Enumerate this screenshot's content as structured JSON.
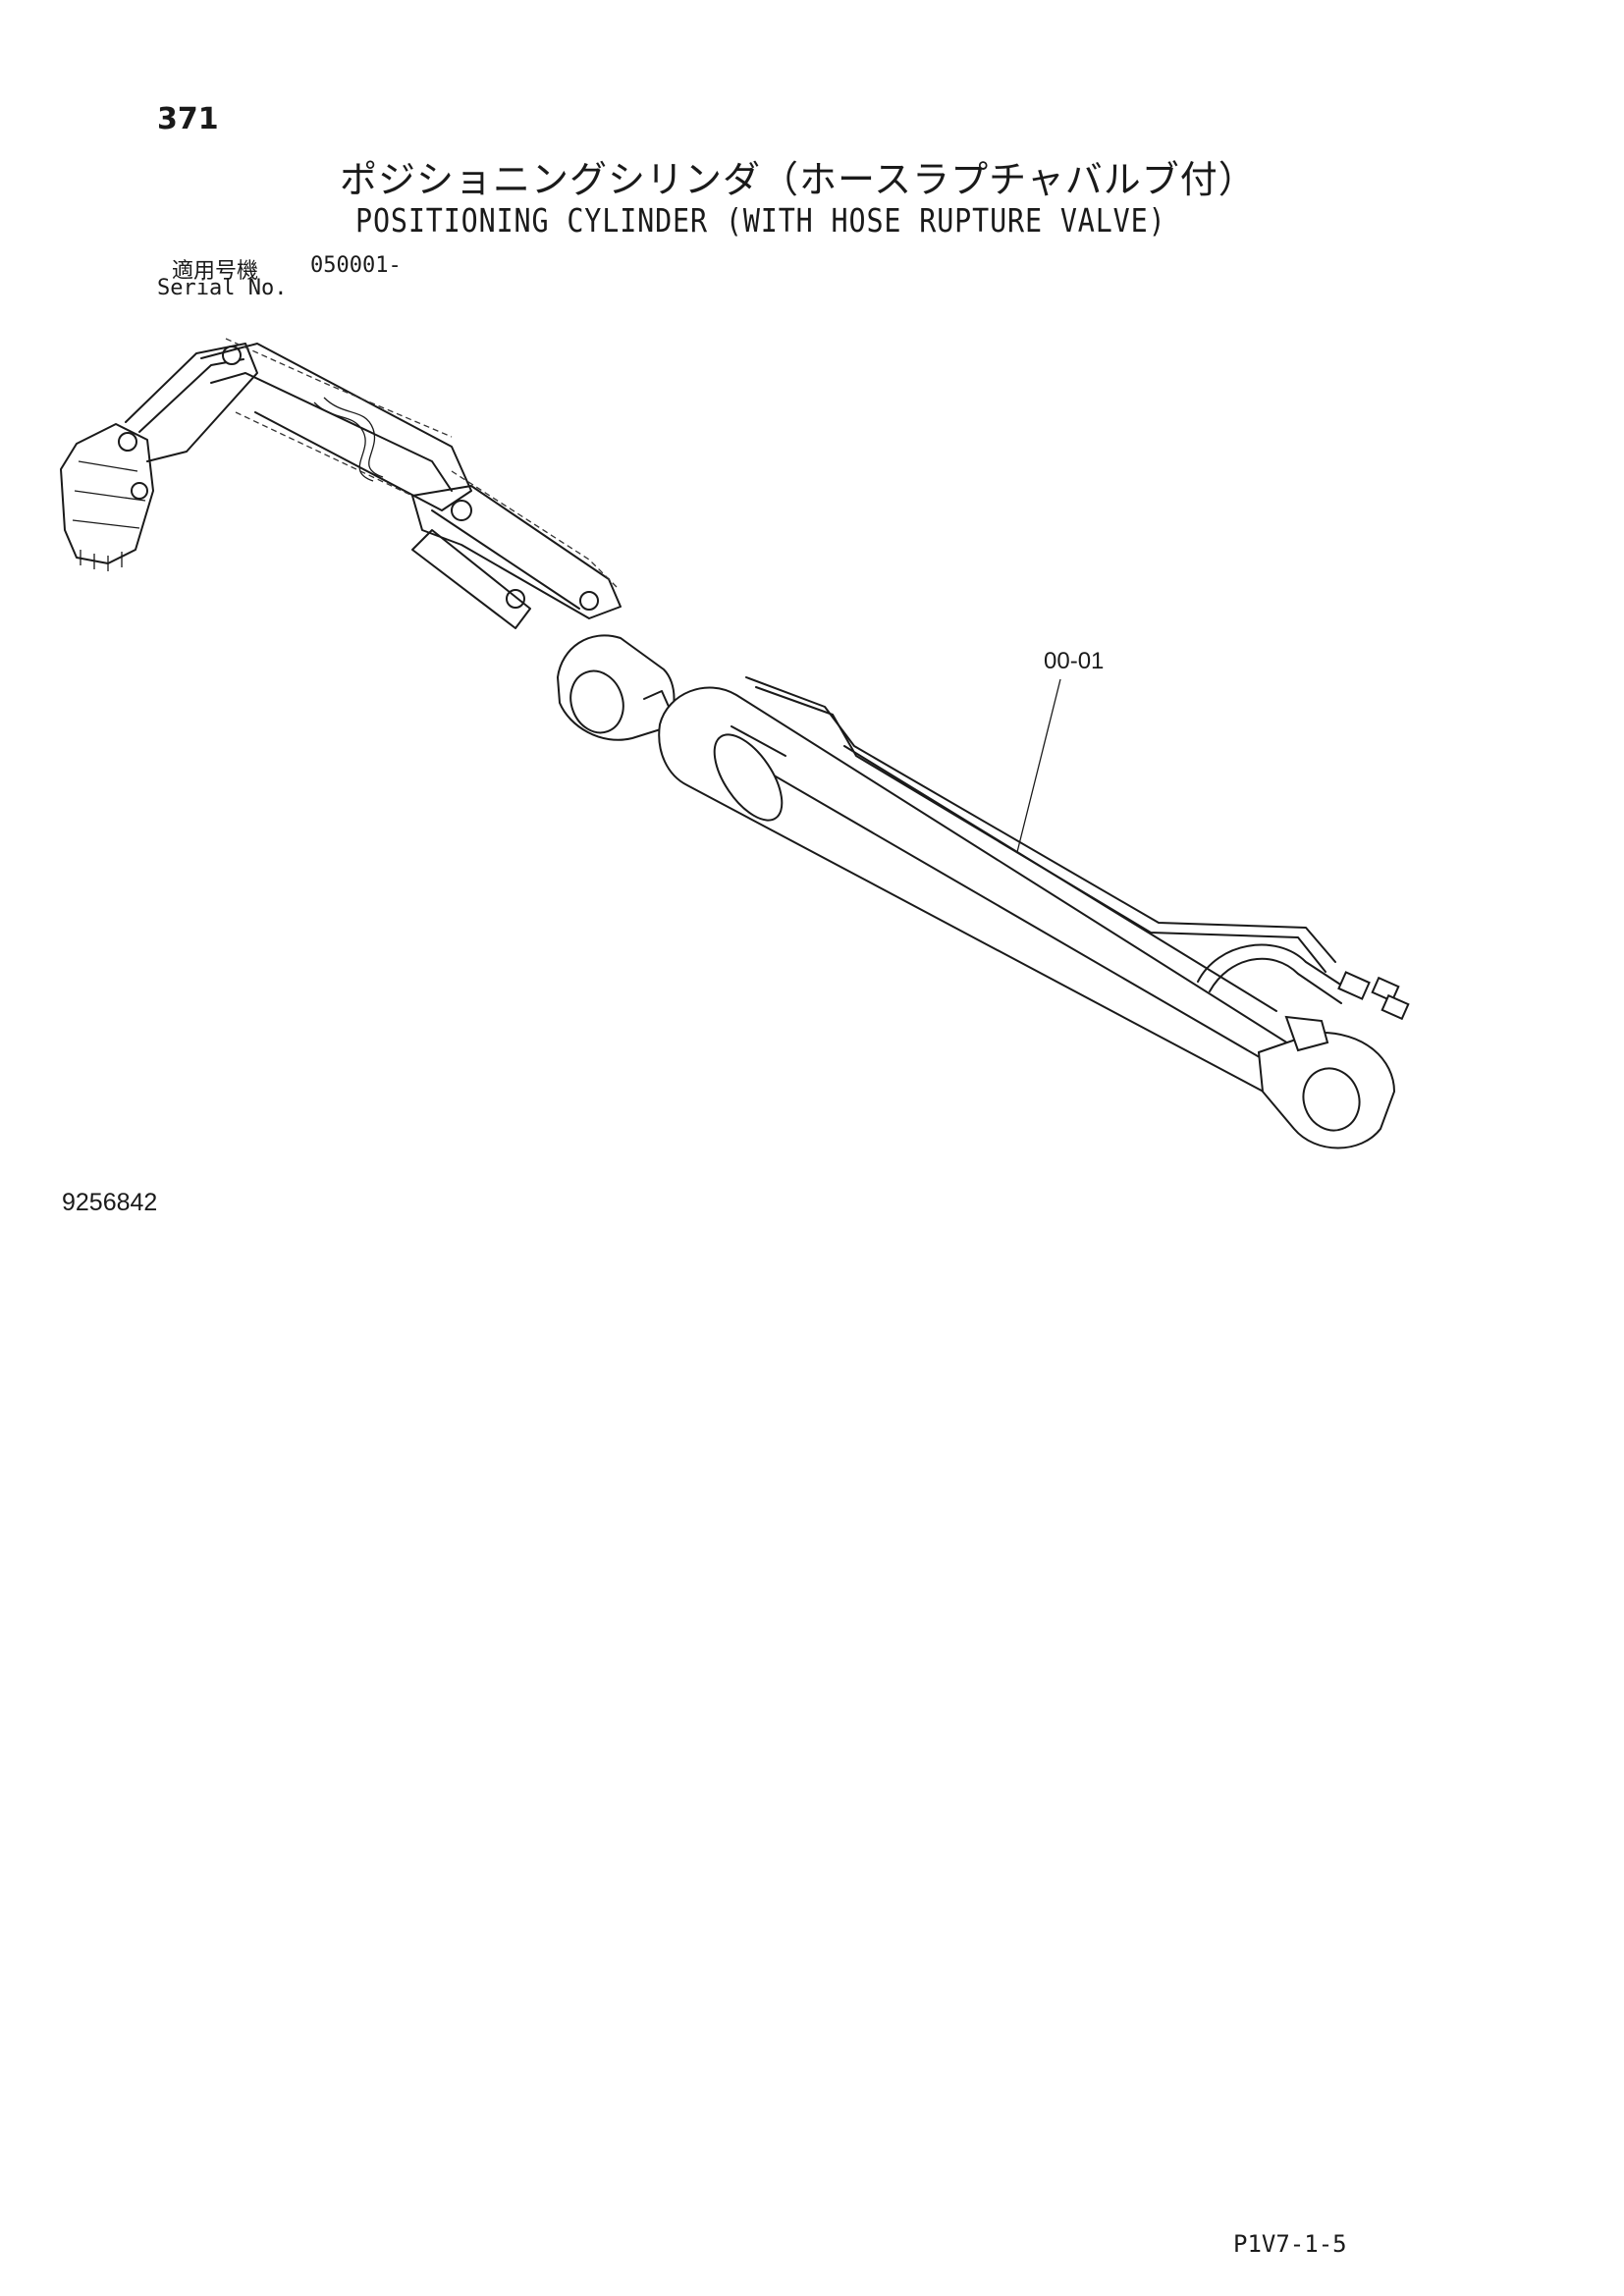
{
  "header": {
    "page_number": "371",
    "title_jp": "ポジショニングシリンダ（ホースラプチャバルブ付）",
    "title_en": "POSITIONING CYLINDER (WITH HOSE RUPTURE VALVE)",
    "serial_label_jp": "適用号機",
    "serial_value": "050001-",
    "serial_label_en": "Serial No."
  },
  "drawing": {
    "callout_label": "00-01",
    "illustration_number": "9256842"
  },
  "footer": {
    "page_code": "P1V7-1-5"
  }
}
